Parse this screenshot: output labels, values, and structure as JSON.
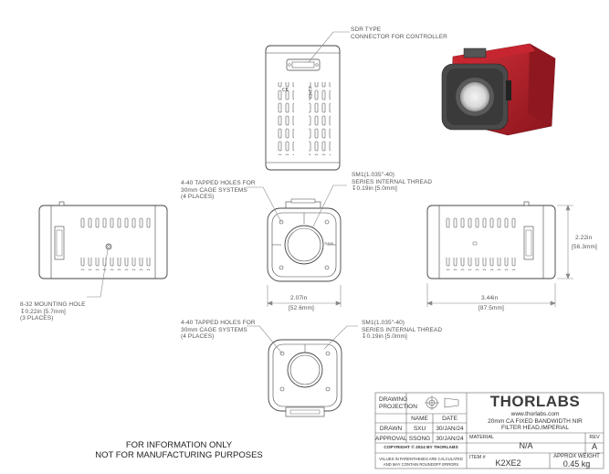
{
  "callouts": {
    "sdr_l1": "SDR TYPE",
    "sdr_l2": "CONNECTOR FOR CONTROLLER",
    "tap1_l1": "4-40 TAPPED HOLES FOR",
    "tap1_l2": "30mm CAGE SYSTEMS",
    "tap1_l3": "(4 PLACES)",
    "sm1a_l1": "SM1(1.035\"-40)",
    "sm1a_l2": "SERIES INTERNAL THREAD",
    "sm1a_l3": "↧0.19in [5.0mm]",
    "mount_l1": "8-32 MOUNTING HOLE",
    "mount_l2": "↧0.22in [5.7mm]",
    "mount_l3": "(3 PLACES)",
    "tap2_l1": "4-40 TAPPED HOLES FOR",
    "tap2_l2": "30mm CAGE SYSTEMS",
    "tap2_l3": "(4 PLACES)",
    "sm1b_l1": "SM1(1.035\"-40)",
    "sm1b_l2": "SERIES INTERNAL THREAD",
    "sm1b_l3": "↧0.19in [5.0mm]"
  },
  "dimensions": {
    "width_in": "2.07in",
    "width_mm": "[52.6mm]",
    "length_in": "3.44in",
    "length_mm": "[87.5mm]",
    "height_in": "2.22in",
    "height_mm": "[56.3mm]"
  },
  "notice": {
    "line1": "FOR INFORMATION ONLY",
    "line2": "NOT FOR MANUFACTURING PURPOSES"
  },
  "title_block": {
    "projection_l1": "DRAWING",
    "projection_l2": "PROJECTION",
    "name_header": "NAME",
    "date_header": "DATE",
    "drawn_label": "DRAWN",
    "drawn_name": "SXU",
    "drawn_date": "30/JAN/24",
    "approval_label": "APPROVAL",
    "approval_name": "SSONG",
    "approval_date": "30/JAN/24",
    "copyright": "COPYRIGHT © 2024 BY THORLABS",
    "disclaimer_l1": "VALUES IN PARENTHESES ARE CALCULATED",
    "disclaimer_l2": "AND MAY CONTAIN ROUNDOFF ERRORS",
    "logo": "THORLABS",
    "website": "www.thorlabs.com",
    "title_l1": "20mm CA FIXED BANDWIDTH NIR",
    "title_l2": "FILTER HEAD,IMPERIAL",
    "material_label": "MATERIAL",
    "material_value": "N/A",
    "rev_label": "REV",
    "rev_value": "A",
    "item_label": "ITEM #",
    "item_value": "K2XE2",
    "weight_label": "APPROX WEIGHT",
    "weight_value": "0.45 kg"
  },
  "colors": {
    "line": "#444444",
    "dim_line": "#888888",
    "product_red": "#b3202a",
    "product_dark": "#3a3a3a"
  }
}
